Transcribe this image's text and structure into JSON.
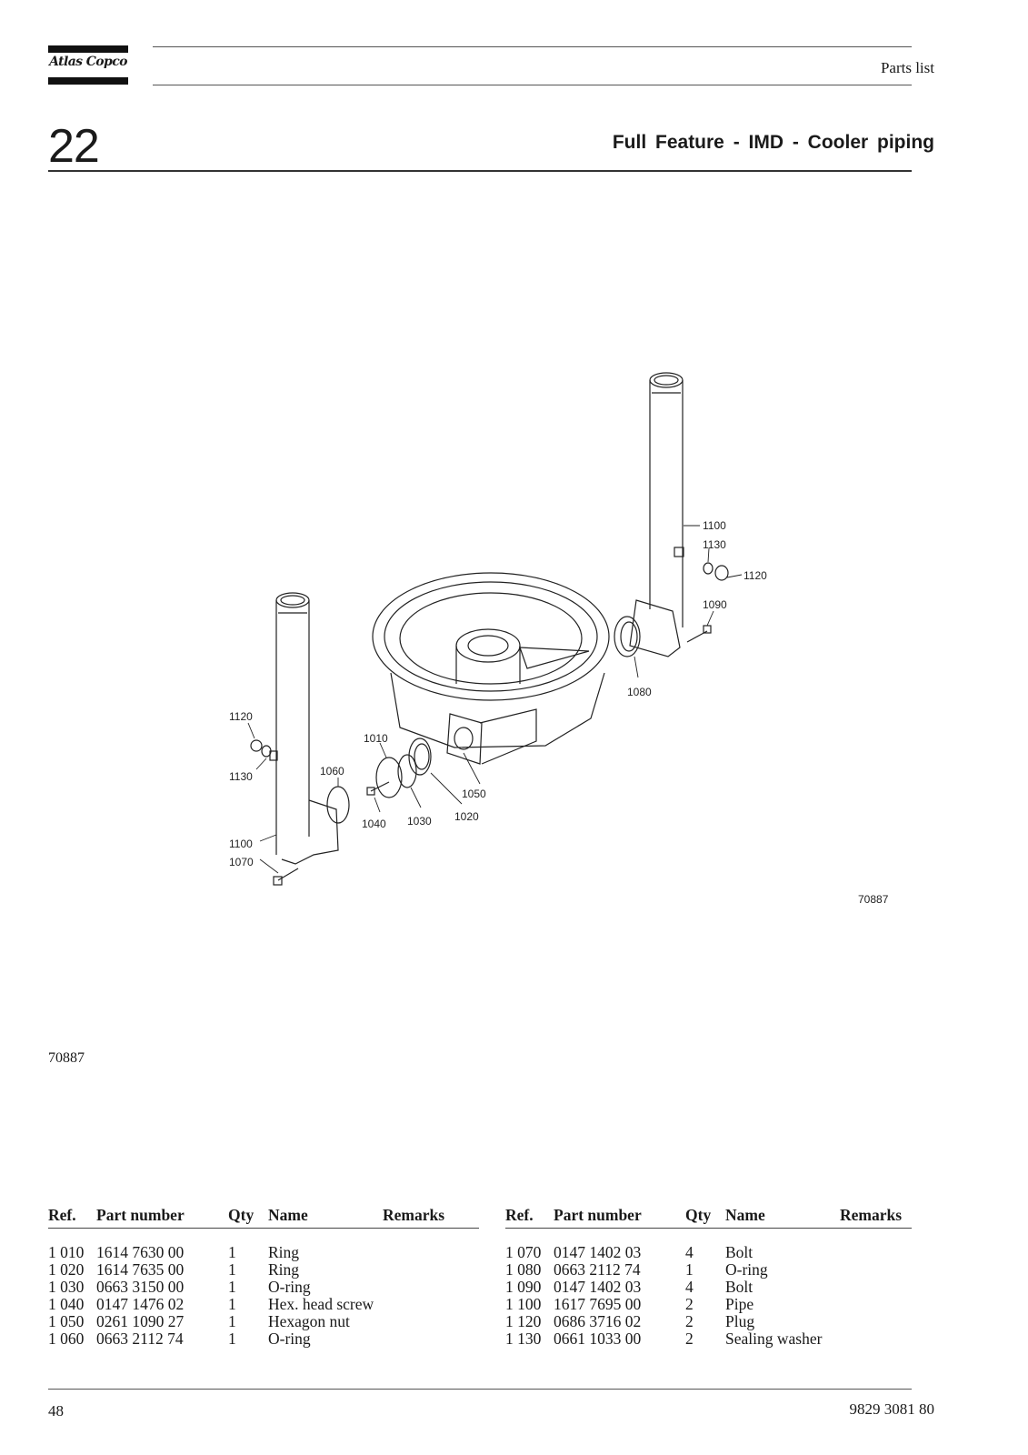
{
  "header": {
    "brand": "Atlas Copco",
    "section_label": "Parts list",
    "section_number": "22",
    "title": "Full Feature - IMD - Cooler piping"
  },
  "figure": {
    "drawing_number": "70887",
    "id": "70887",
    "callouts": [
      "1100",
      "1130",
      "1120",
      "1090",
      "1080",
      "1120",
      "1010",
      "1060",
      "1130",
      "1050",
      "1040",
      "1030",
      "1020",
      "1100",
      "1070"
    ]
  },
  "table": {
    "headers": {
      "ref": "Ref.",
      "part_number": "Part number",
      "qty": "Qty",
      "name": "Name",
      "remarks": "Remarks"
    },
    "left": [
      {
        "ref": "1 010",
        "part_number": "1614 7630 00",
        "qty": "1",
        "name": "Ring",
        "remarks": ""
      },
      {
        "ref": "1 020",
        "part_number": "1614 7635 00",
        "qty": "1",
        "name": "Ring",
        "remarks": ""
      },
      {
        "ref": "1 030",
        "part_number": "0663 3150 00",
        "qty": "1",
        "name": "O-ring",
        "remarks": ""
      },
      {
        "ref": "1 040",
        "part_number": "0147 1476 02",
        "qty": "1",
        "name": "Hex. head screw",
        "remarks": ""
      },
      {
        "ref": "1 050",
        "part_number": "0261 1090 27",
        "qty": "1",
        "name": "Hexagon nut",
        "remarks": ""
      },
      {
        "ref": "1 060",
        "part_number": "0663 2112 74",
        "qty": "1",
        "name": "O-ring",
        "remarks": ""
      }
    ],
    "right": [
      {
        "ref": "1 070",
        "part_number": "0147 1402 03",
        "qty": "4",
        "name": "Bolt",
        "remarks": ""
      },
      {
        "ref": "1 080",
        "part_number": "0663 2112 74",
        "qty": "1",
        "name": "O-ring",
        "remarks": ""
      },
      {
        "ref": "1 090",
        "part_number": "0147 1402 03",
        "qty": "4",
        "name": "Bolt",
        "remarks": ""
      },
      {
        "ref": "1 100",
        "part_number": "1617 7695 00",
        "qty": "2",
        "name": "Pipe",
        "remarks": ""
      },
      {
        "ref": "1 120",
        "part_number": "0686 3716 02",
        "qty": "2",
        "name": "Plug",
        "remarks": ""
      },
      {
        "ref": "1 130",
        "part_number": "0661 1033 00",
        "qty": "2",
        "name": "Sealing washer",
        "remarks": ""
      }
    ]
  },
  "footer": {
    "page_number": "48",
    "document_number": "9829 3081 80"
  }
}
